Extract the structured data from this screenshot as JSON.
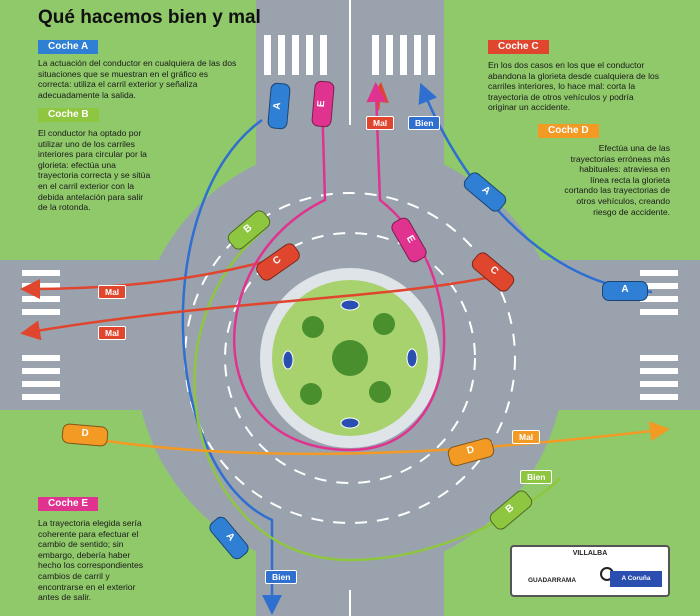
{
  "title": "Qué hacemos bien y mal",
  "colors": {
    "coche_a": "#2f7fd4",
    "coche_b": "#8fc640",
    "coche_c": "#e0452e",
    "coche_d": "#f39a25",
    "coche_e": "#e0338f",
    "road": "#9aa3ad",
    "grass": "#8fc96a"
  },
  "panels": {
    "coche_a": {
      "label": "Coche A",
      "text": "La actuación del conductor en cualquiera de las dos situaciones que se muestran en el gráfico es correcta: utiliza el carril exterior y señaliza adecuadamente la salida."
    },
    "coche_b": {
      "label": "Coche B",
      "text": "El conductor ha optado por utilizar uno de los carriles interiores para circular por la glorieta: efectúa una trayectoria correcta y se sitúa en el carril exterior con la debida antelación para salir de la rotonda."
    },
    "coche_c": {
      "label": "Coche C",
      "text": "En los dos casos en los que el conductor abandona la glorieta desde cualquiera de los carriles interiores, lo hace mal: corta la trayectoria de otros vehículos y podría originar un accidente."
    },
    "coche_d": {
      "label": "Coche D",
      "text": "Efectúa una de las trayectorias erróneas más habituales: atraviesa en línea recta la glorieta cortando las trayectorias de otros vehículos, creando riesgo de accidente."
    },
    "coche_e": {
      "label": "Coche E",
      "text": "La trayectoria elegida sería coherente para efectuar el cambio de sentido; sin embargo, debería haber hecho los correspondientes cambios de carril y encontrarse en el exterior antes de salir."
    }
  },
  "labels": {
    "bien": "Bien",
    "mal": "Mal"
  },
  "cars": {
    "a": "A",
    "b": "B",
    "c": "C",
    "d": "D",
    "e": "E"
  },
  "sign": {
    "top": "VILLALBA",
    "left": "GUADARRAMA",
    "right": "A Coruña"
  }
}
